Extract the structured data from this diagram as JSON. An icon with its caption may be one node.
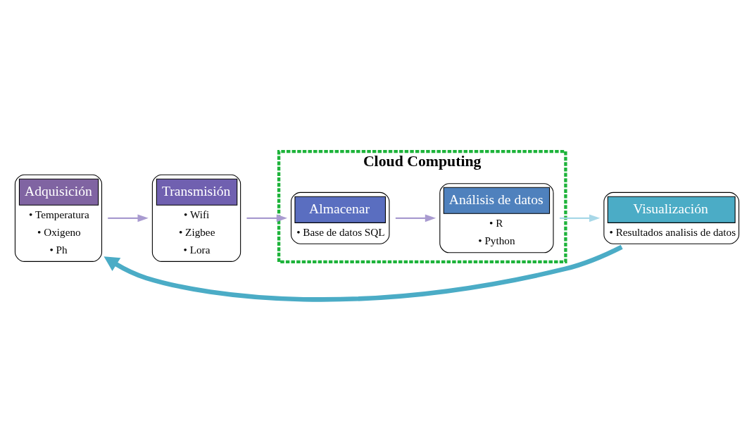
{
  "diagram": {
    "nodes": [
      {
        "text": [
          "Adquisición",
          "• Temperatura",
          "• Oxigeno",
          "• Ph"
        ]
      },
      {
        "text": [
          "Transmisión",
          "• Wifi",
          "• Zigbee",
          "• Lora"
        ]
      },
      {
        "text": [
          "Cloud Computing"
        ]
      },
      {
        "text": [
          "Almacenar",
          "• Base de datos SQL"
        ],
        "in": 2
      },
      {
        "text": [
          "Análisis de datos",
          "• R",
          "• Python"
        ],
        "in": 2
      },
      {
        "text": [
          "Visualización",
          "• Resultados analisis de datos"
        ]
      }
    ],
    "edges": [
      {
        "from": 0,
        "to": 1,
        "arrow": "to"
      },
      {
        "from": 1,
        "to": 3,
        "arrow": "to"
      },
      {
        "from": 3,
        "to": 4,
        "arrow": "to"
      },
      {
        "from": 4,
        "to": 5,
        "arrow": "to",
        "color": "#a8d8e8"
      },
      {
        "from": 5,
        "to": 0,
        "arrow": "to",
        "style": "thick",
        "color": "#4bacc6"
      }
    ]
  }
}
